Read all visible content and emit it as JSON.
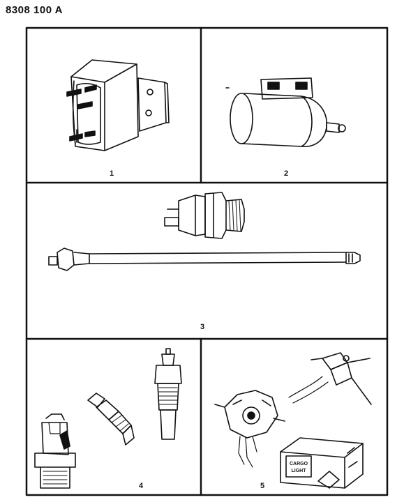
{
  "drawing_code": "8308 100 A",
  "panels": [
    {
      "number": "1"
    },
    {
      "number": "2"
    },
    {
      "number": "3"
    },
    {
      "number": "4"
    },
    {
      "number": "5"
    }
  ],
  "switch_label": {
    "line1": "CARGO",
    "line2": "LIGHT"
  },
  "colors": {
    "ink": "#111111",
    "paper": "#ffffff"
  }
}
